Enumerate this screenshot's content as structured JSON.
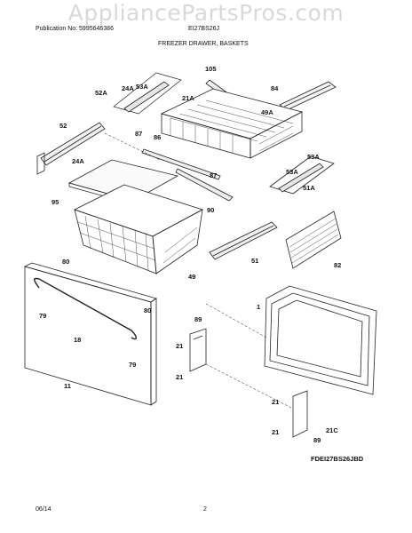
{
  "watermark": "AppliancePartsPros.com",
  "header": {
    "publication": "Publication No: 5995646386",
    "model": "EI27BS26J",
    "title": "FREEZER DRAWER, BASKETS"
  },
  "labels": {
    "l105": "105",
    "l84": "84",
    "l52A": "52A",
    "l24A": "24A",
    "l53A": "53A",
    "l21A": "21A",
    "l49A": "49A",
    "l52": "52",
    "l87": "87",
    "l86": "86",
    "l24A_2": "24A",
    "l53A_2": "53A",
    "l53A_3": "53A",
    "l87_2": "87",
    "l51A": "51A",
    "l95": "95",
    "l90": "90",
    "l51": "51",
    "l82": "82",
    "l49": "49",
    "l80": "80",
    "l79": "79",
    "l80_2": "80",
    "l89": "89",
    "l1": "1",
    "l18": "18",
    "l21": "21",
    "l79_2": "79",
    "l21_2": "21",
    "l11": "11",
    "l21_3": "21",
    "l21_4": "21",
    "l21C": "21C",
    "l89_2": "89"
  },
  "diagram_code": "FDEI27BS26JBD",
  "footer": {
    "date": "06/14",
    "page": "2"
  }
}
